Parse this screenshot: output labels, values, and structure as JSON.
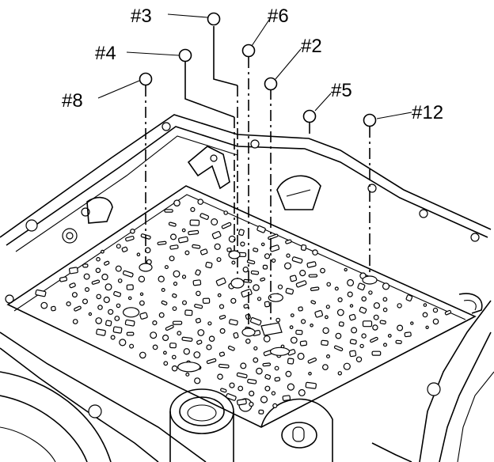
{
  "callouts": [
    {
      "id": "c3",
      "label": "#3"
    },
    {
      "id": "c6",
      "label": "#6"
    },
    {
      "id": "c2",
      "label": "#2"
    },
    {
      "id": "c4",
      "label": "#4"
    },
    {
      "id": "c5",
      "label": "#5"
    },
    {
      "id": "c8",
      "label": "#8"
    },
    {
      "id": "c12",
      "label": "#12"
    }
  ]
}
